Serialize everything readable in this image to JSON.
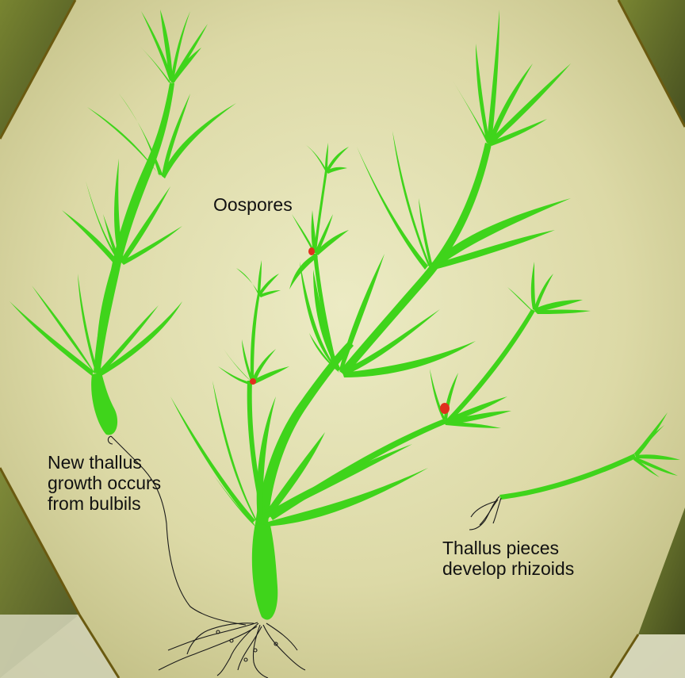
{
  "labels": {
    "oospores": "Oospores",
    "bulbils": {
      "line1": "New thallus",
      "line2": "growth occurs",
      "line3": "from bulbils"
    },
    "rhizoids": {
      "line1": "Thallus pieces",
      "line2": "develop rhizoids"
    }
  },
  "colors": {
    "thallus_green": "#3fd41b",
    "oospore_red": "#e0301e",
    "rhizoid_line": "#1a1a1a",
    "background_light": "#e8e6b8",
    "background_dark": "#4d5a14"
  }
}
